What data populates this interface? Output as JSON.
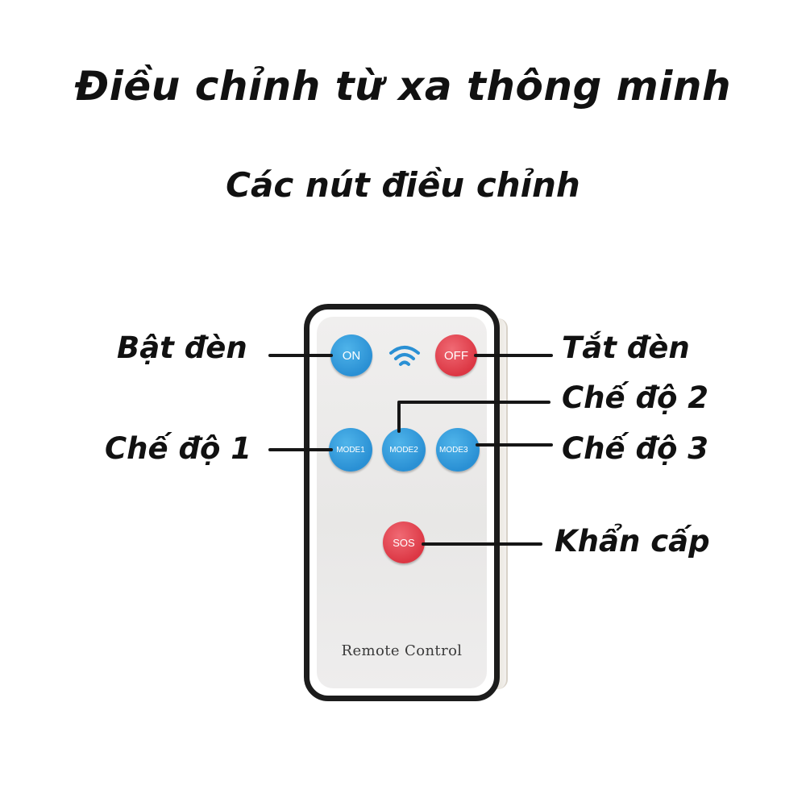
{
  "header": {
    "title": "Điều chỉnh từ xa thông minh",
    "subtitle": "Các nút điều chỉnh"
  },
  "remote": {
    "label": "Remote Control",
    "buttons": {
      "on": "ON",
      "off": "OFF",
      "mode1": "MODE1",
      "mode2": "MODE2",
      "mode3": "MODE3",
      "sos": "SOS"
    },
    "icons": {
      "signal": "wifi-icon"
    }
  },
  "callouts": {
    "on": "Bật đèn",
    "off": "Tắt đèn",
    "mode1": "Chế độ 1",
    "mode2": "Chế độ 2",
    "mode3": "Chế độ 3",
    "sos": "Khẩn cấp"
  },
  "colors": {
    "blue_button": "#2a90d4",
    "red_button": "#dc3744",
    "wifi": "#2a90d4"
  }
}
